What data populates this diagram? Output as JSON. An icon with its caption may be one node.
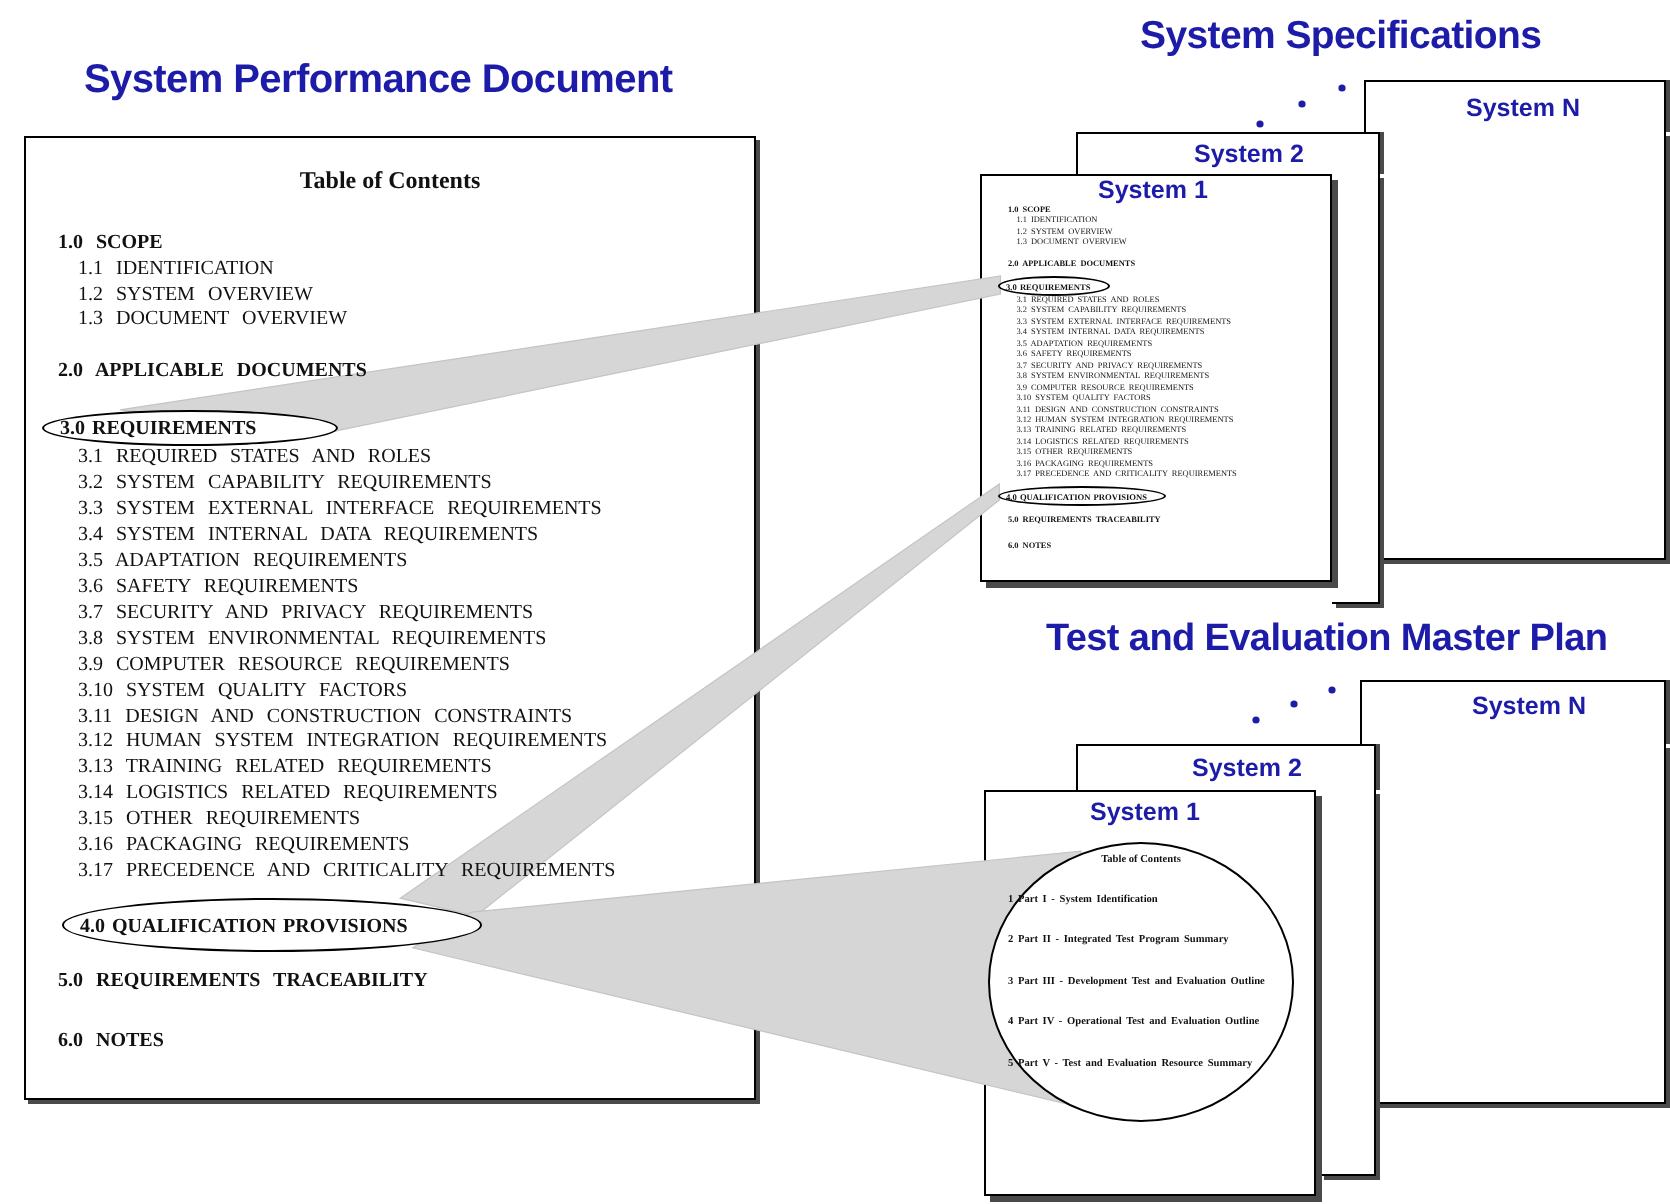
{
  "diagram": {
    "nodes": [
      {
        "text": [
          "Table of Contents",
          "1.0 SCOPE",
          "1.1 IDENTIFICATION",
          "1.2 SYSTEM OVERVIEW",
          "1.3 DOCUMENT OVERVIEW",
          "2.0 APPLICABLE DOCUMENTS",
          "3.1 REQUIRED STATES AND ROLES",
          "3.2 SYSTEM CAPABILITY REQUIREMENTS",
          "3.3 SYSTEM EXTERNAL INTERFACE REQUIREMENTS",
          "3.4 SYSTEM INTERNAL DATA REQUIREMENTS",
          "3.5 ADAPTATION REQUIREMENTS",
          "3.6 SAFETY REQUIREMENTS",
          "3.7 SECURITY AND PRIVACY REQUIREMENTS",
          "3.8 SYSTEM ENVIRONMENTAL REQUIREMENTS",
          "3.9 COMPUTER RESOURCE REQUIREMENTS",
          "3.10 SYSTEM QUALITY FACTORS",
          "3.11 DESIGN AND CONSTRUCTION CONSTRAINTS",
          "3.12 HUMAN SYSTEM INTEGRATION REQUIREMENTS",
          "3.13 TRAINING RELATED REQUIREMENTS",
          "3.14 LOGISTICS RELATED REQUIREMENTS",
          "3.15 OTHER REQUIREMENTS",
          "3.16 PACKAGING REQUIREMENTS",
          "3.17 PRECEDENCE AND CRITICALITY REQUIREMENTS",
          "5.0 REQUIREMENTS TRACEABILITY",
          "6.0 NOTES"
        ],
        "beside": [
          "System Performance Document"
        ]
      },
      {
        "text": [
          "3.0 REQUIREMENTS"
        ],
        "in": 0
      },
      {
        "text": [
          "4.0 QUALIFICATION PROVISIONS"
        ],
        "in": 0
      },
      {
        "text": [
          "System N"
        ]
      },
      {
        "text": [
          "System 2"
        ]
      },
      {
        "text": [
          "System 1",
          "1.0 SCOPE",
          "1.1 IDENTIFICATION",
          "1.2 SYSTEM OVERVIEW",
          "1.3 DOCUMENT OVERVIEW",
          "2.0 APPLICABLE DOCUMENTS",
          "3.1 REQUIRED STATES AND ROLES",
          "3.2 SYSTEM CAPABILITY REQUIREMENTS",
          "3.3 SYSTEM EXTERNAL INTERFACE REQUIREMENTS",
          "3.4 SYSTEM INTERNAL DATA REQUIREMENTS",
          "3.5 ADAPTATION REQUIREMENTS",
          "3.6 SAFETY REQUIREMENTS",
          "3.7 SECURITY AND PRIVACY REQUIREMENTS",
          "3.8 SYSTEM ENVIRONMENTAL REQUIREMENTS",
          "3.9 COMPUTER RESOURCE REQUIREMENTS",
          "3.10 SYSTEM QUALITY FACTORS",
          "3.11 DESIGN AND CONSTRUCTION CONSTRAINTS",
          "3.12 HUMAN SYSTEM INTEGRATION REQUIREMENTS",
          "3.13 TRAINING RELATED REQUIREMENTS",
          "3.14 LOGISTICS RELATED REQUIREMENTS",
          "3.15 OTHER REQUIREMENTS",
          "3.16 PACKAGING REQUIREMENTS",
          "3.17 PRECEDENCE AND CRITICALITY REQUIREMENTS",
          "5.0 REQUIREMENTS TRACEABILITY",
          "6.0 NOTES"
        ]
      },
      {
        "text": [
          "3.0 REQUIREMENTS"
        ],
        "in": 5
      },
      {
        "text": [
          "4.0 QUALIFICATION PROVISIONS"
        ],
        "in": 5
      },
      {
        "text": [
          "System N"
        ]
      },
      {
        "text": [
          "System 2"
        ]
      },
      {
        "text": [
          "System 1"
        ]
      },
      {
        "text": [
          "Table of Contents",
          "1 Part I - System Identification",
          "2 Part II - Integrated Test Program Summary",
          "3 Part III - Development Test and Evaluation Outline",
          "4 Part IV - Operational Test and Evaluation Outline",
          "5 Part V - Test and Evaluation Resource Summary"
        ],
        "in": 10
      }
    ],
    "edges": [
      {
        "from": 1,
        "to": 6,
        "arrow": "none",
        "style": "thick"
      },
      {
        "from": 2,
        "to": 7,
        "arrow": "none",
        "style": "thick"
      },
      {
        "from": 2,
        "to": 11,
        "arrow": "none",
        "style": "thick"
      }
    ],
    "labels": [
      "System Specifications",
      "Test and Evaluation Master Plan"
    ]
  }
}
